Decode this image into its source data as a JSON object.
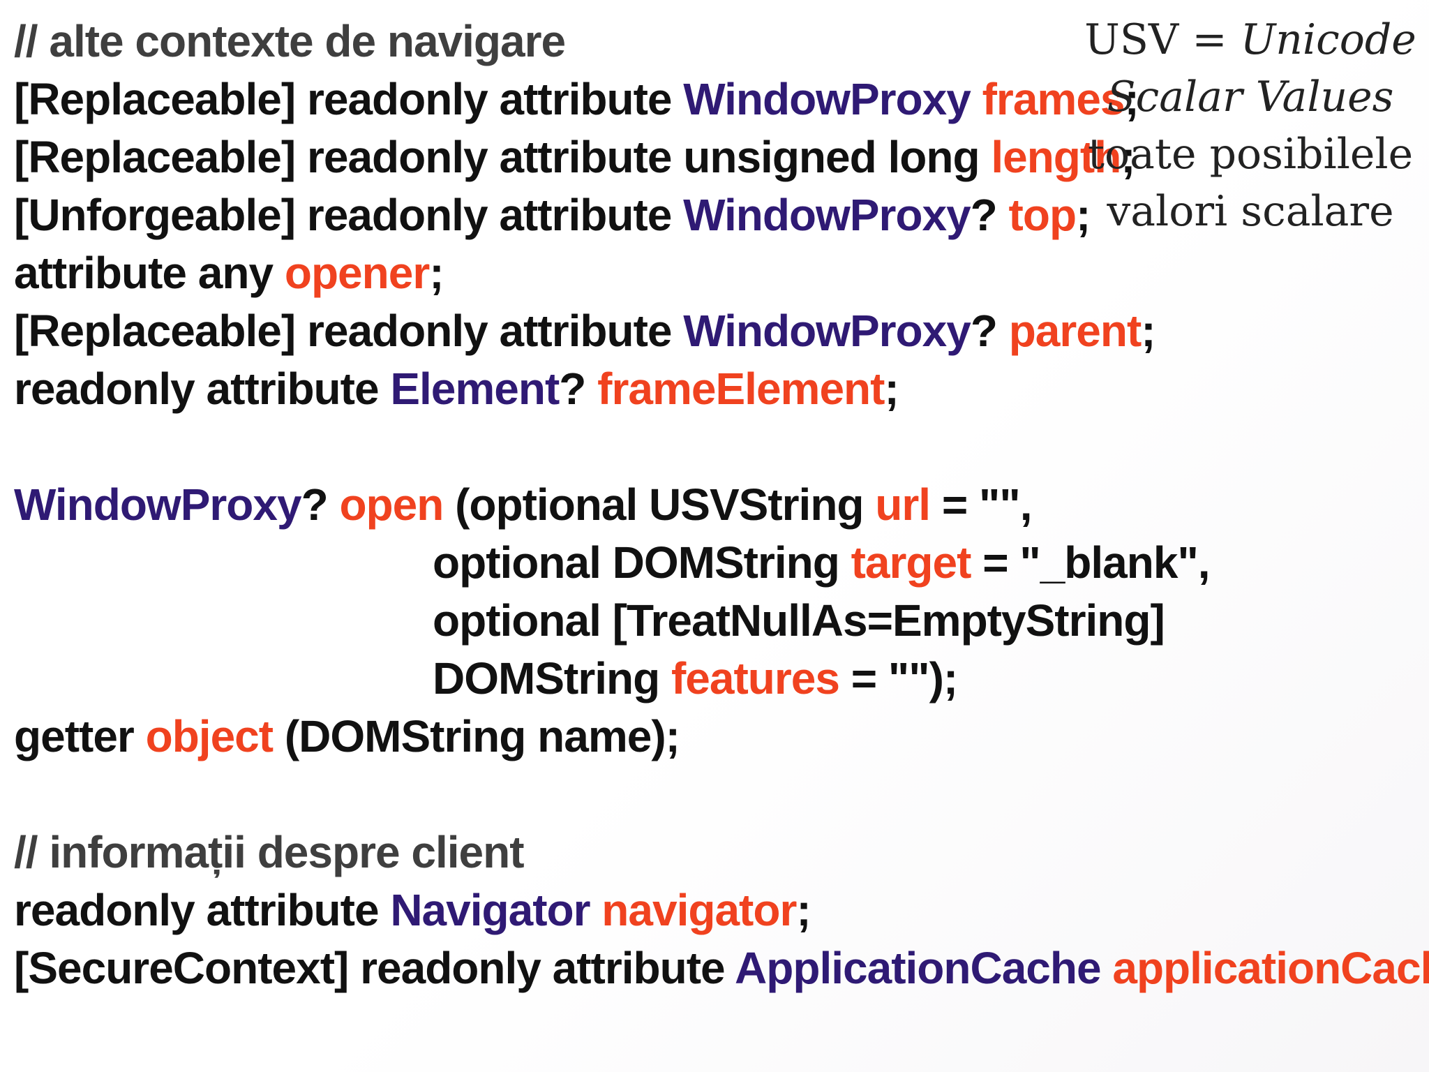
{
  "section1": {
    "comment": "// alte contexte de navigare",
    "line_frames": {
      "prefix": "[Replaceable] readonly attribute ",
      "type": "WindowProxy",
      "space": " ",
      "name": "frames",
      "suffix": ";"
    },
    "line_length": {
      "prefix": "[Replaceable] readonly attribute unsigned long ",
      "name": "length",
      "suffix": ";"
    },
    "line_top": {
      "prefix": "[Unforgeable] readonly attribute ",
      "type": "WindowProxy",
      "mid": "? ",
      "name": "top",
      "suffix": ";"
    },
    "line_opener": {
      "prefix": "attribute any ",
      "name": "opener",
      "suffix": ";"
    },
    "line_parent": {
      "prefix": "[Replaceable] readonly attribute ",
      "type": "WindowProxy",
      "mid": "? ",
      "name": "parent",
      "suffix": ";"
    },
    "line_frameElement": {
      "prefix": "readonly attribute ",
      "type": "Element",
      "mid": "? ",
      "name": "frameElement",
      "suffix": ";"
    }
  },
  "section2": {
    "open_line1": {
      "type": "WindowProxy",
      "mid": "? ",
      "name": "open",
      "middle": " (optional USVString ",
      "param": "url",
      "suffix": " = \"\","
    },
    "open_line2": {
      "prefix": "optional DOMString ",
      "param": "target",
      "suffix": " = \"_blank\","
    },
    "open_line3": {
      "text": "optional [TreatNullAs=EmptyString]"
    },
    "open_line4": {
      "prefix": "DOMString ",
      "param": "features",
      "suffix": " = \"\");"
    },
    "getter_line": {
      "prefix": "getter ",
      "name": "object",
      "suffix": " (DOMString name);"
    }
  },
  "section3": {
    "comment": "// informații despre client",
    "line_navigator": {
      "prefix": "readonly attribute ",
      "type": "Navigator",
      "space": " ",
      "name": "navigator",
      "suffix": ";"
    },
    "line_appcache": {
      "prefix": "[SecureContext] readonly attribute ",
      "type": "ApplicationCache",
      "space": " ",
      "name": "applicationCache",
      "suffix": ";"
    }
  },
  "note": {
    "line1_plain": "USV = ",
    "line1_italic": "Unicode",
    "line2_italic": "Scalar Values",
    "line3": "toate posibilele",
    "line4": "valori scalare"
  },
  "colors": {
    "type": "#2f1a74",
    "name": "#f0421f",
    "comment": "#3f3f3f",
    "text": "#111111"
  }
}
